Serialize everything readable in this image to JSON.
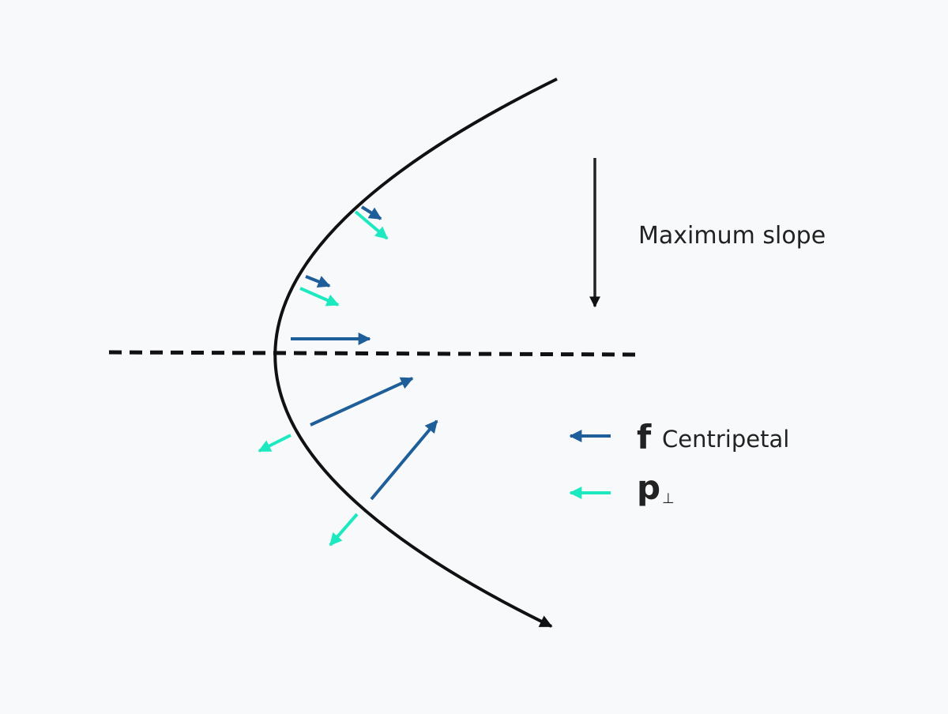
{
  "labels": {
    "maximum_slope": "Maximum slope",
    "legend_f_symbol": "f",
    "legend_f_text": "Centripetal",
    "legend_p_symbol": "p",
    "legend_p_sub": "⊥"
  },
  "colors": {
    "background": "#f8f9fa",
    "curve": "#111111",
    "centripetal": "#1f5f99",
    "p_perp": "#1de9c0"
  }
}
